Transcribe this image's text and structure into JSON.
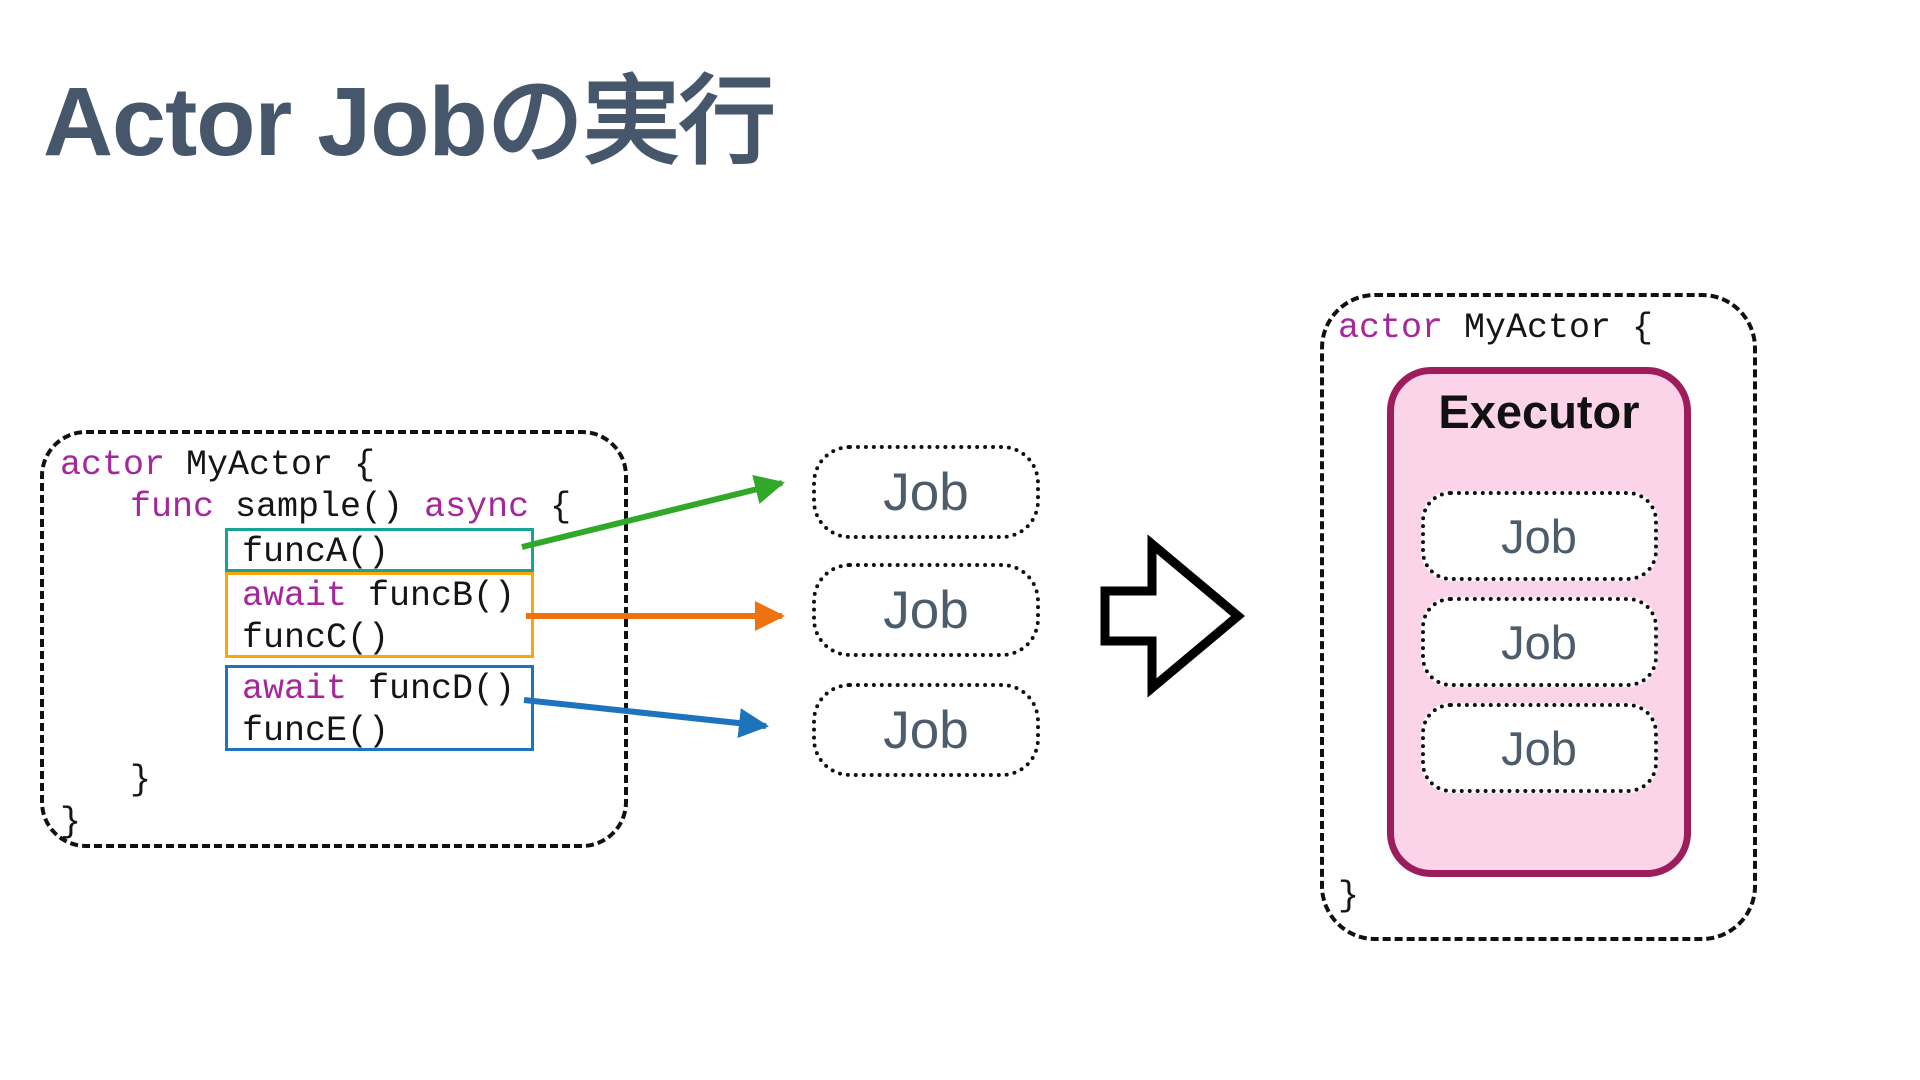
{
  "title": "Actor Jobの実行",
  "left_actor": {
    "line_actor": {
      "kw": "actor",
      "rest": " MyActor {"
    },
    "line_func": {
      "kw1": "func",
      "mid": " sample() ",
      "kw2": "async",
      "end": " {"
    },
    "block_a": {
      "line1": "funcA()"
    },
    "block_b": {
      "kw": "await",
      "rest": " funcB()",
      "line2": "funcC()"
    },
    "block_d": {
      "kw": "await",
      "rest": " funcD()",
      "line2": "funcE()"
    },
    "close_inner": "}",
    "close_outer": "}"
  },
  "middle_jobs": [
    "Job",
    "Job",
    "Job"
  ],
  "right_actor": {
    "line_actor": {
      "kw": "actor",
      "rest": " MyActor {"
    },
    "executor_label": "Executor",
    "jobs": [
      "Job",
      "Job",
      "Job"
    ],
    "close": "}"
  },
  "colors": {
    "title_text": "#46576b",
    "keyword": "#a6279c",
    "task_box_a_border": "#17a398",
    "task_box_b_border": "#f5a70c",
    "task_box_d_border": "#1d74bc",
    "arrow_green": "#31a828",
    "arrow_orange": "#ee7210",
    "arrow_blue": "#1d74bc",
    "executor_border": "#9d1c5c",
    "executor_fill": "#fbd4ea",
    "job_text": "#4c5c6a"
  }
}
